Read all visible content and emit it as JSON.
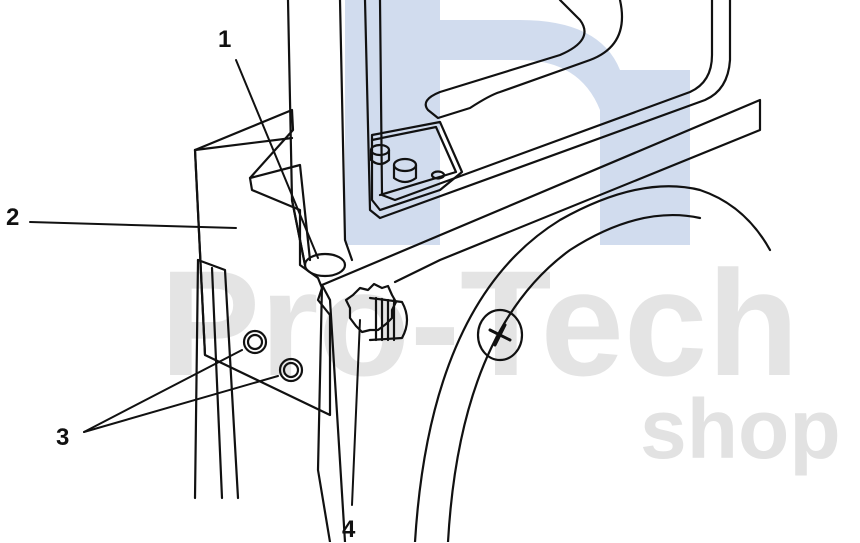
{
  "callouts": [
    {
      "id": "callout-1",
      "label": "1"
    },
    {
      "id": "callout-2",
      "label": "2"
    },
    {
      "id": "callout-3",
      "label": "3"
    },
    {
      "id": "callout-4",
      "label": "4"
    }
  ],
  "watermark": {
    "line1": "Pro-Tech",
    "line2": "shop"
  },
  "colors": {
    "ink": "#111111",
    "watermark_grey": "#cfcfcf",
    "watermark_blue": "#2f5fb3",
    "background": "#ffffff"
  }
}
